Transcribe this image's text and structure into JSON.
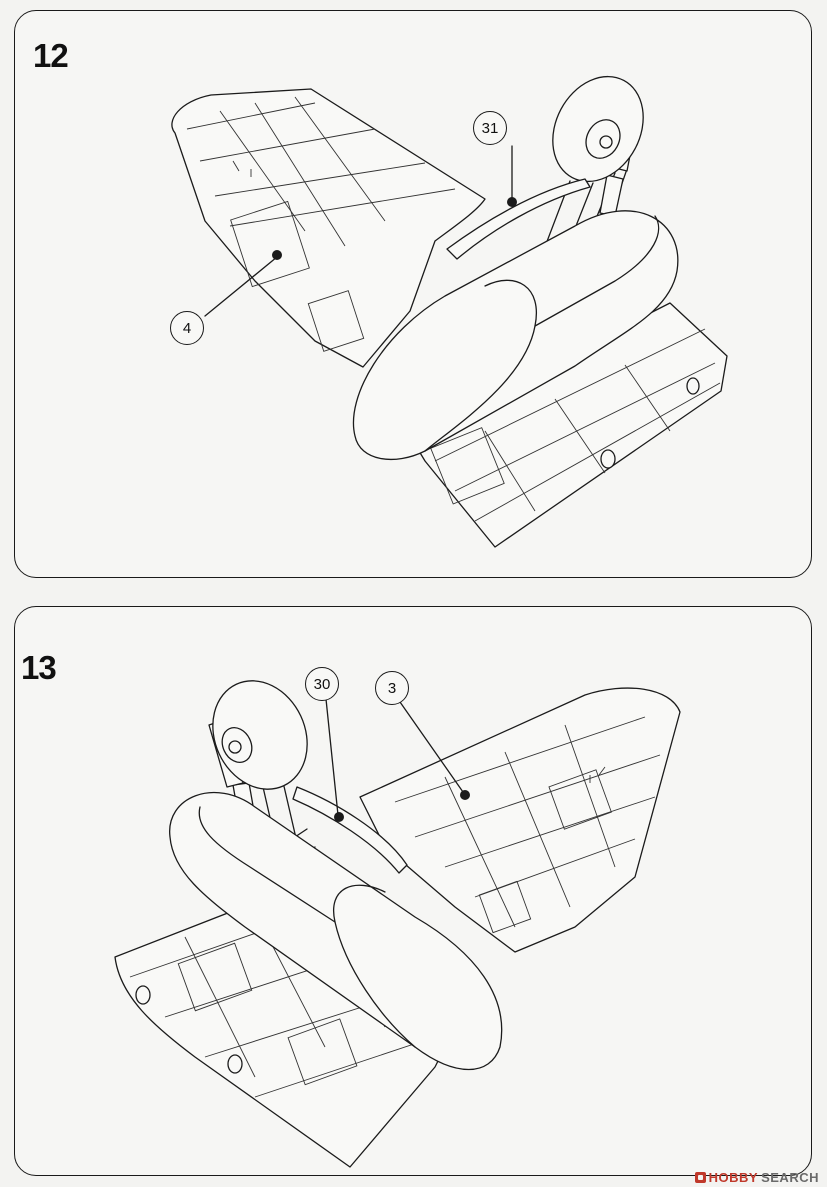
{
  "steps": [
    {
      "number": "12",
      "callouts": [
        "31",
        "4"
      ]
    },
    {
      "number": "13",
      "callouts": [
        "30",
        "3"
      ]
    }
  ],
  "watermark": {
    "part1": "HOBBY",
    "part2": "SEARCH"
  },
  "colors": {
    "line": "#1b1b1b",
    "paper": "#f6f6f4",
    "watermark_accent": "#c0392b"
  },
  "icons": [
    "hobby-search-logo-icon"
  ]
}
